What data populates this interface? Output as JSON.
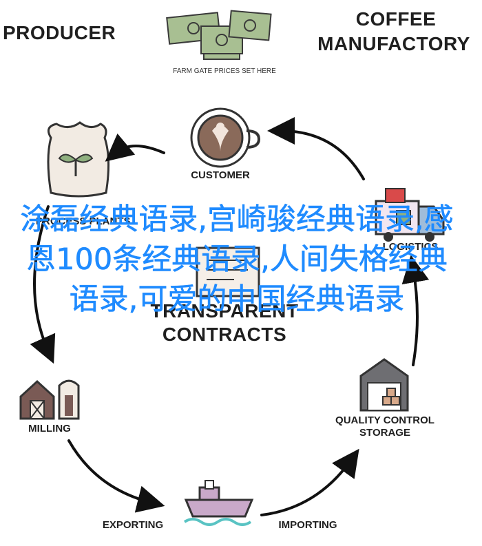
{
  "nodes": {
    "producer": "PRODUCER",
    "coffee_manufactory_line1": "COFFEE",
    "coffee_manufactory_line2": "MANUFACTORY",
    "farm_gate": "FARM GATE PRICES SET HERE",
    "customer": "CUSTOMER",
    "logistics": "LOGISTICS",
    "process_plants": "PROCESS PLANTS",
    "transparent_contracts_line1": "TRANSPARENT",
    "transparent_contracts_line2": "CONTRACTS",
    "milling": "MILLING",
    "quality_control_line1": "QUALITY CONTROL",
    "quality_control_line2": "STORAGE",
    "exporting": "EXPORTING",
    "importing": "IMPORTING"
  },
  "overlay_text": "涂磊经典语录,宫崎骏经典语录,感恩100条经典语录,人间失格经典语录,可爱的中国经典语录",
  "colors": {
    "ink": "#1f1f1f",
    "money": "#9fb58a",
    "overlay": "#1f8bff",
    "cup": "#8a6a5a",
    "ship": "#c9a9c9",
    "barn": "#7a5a55"
  }
}
